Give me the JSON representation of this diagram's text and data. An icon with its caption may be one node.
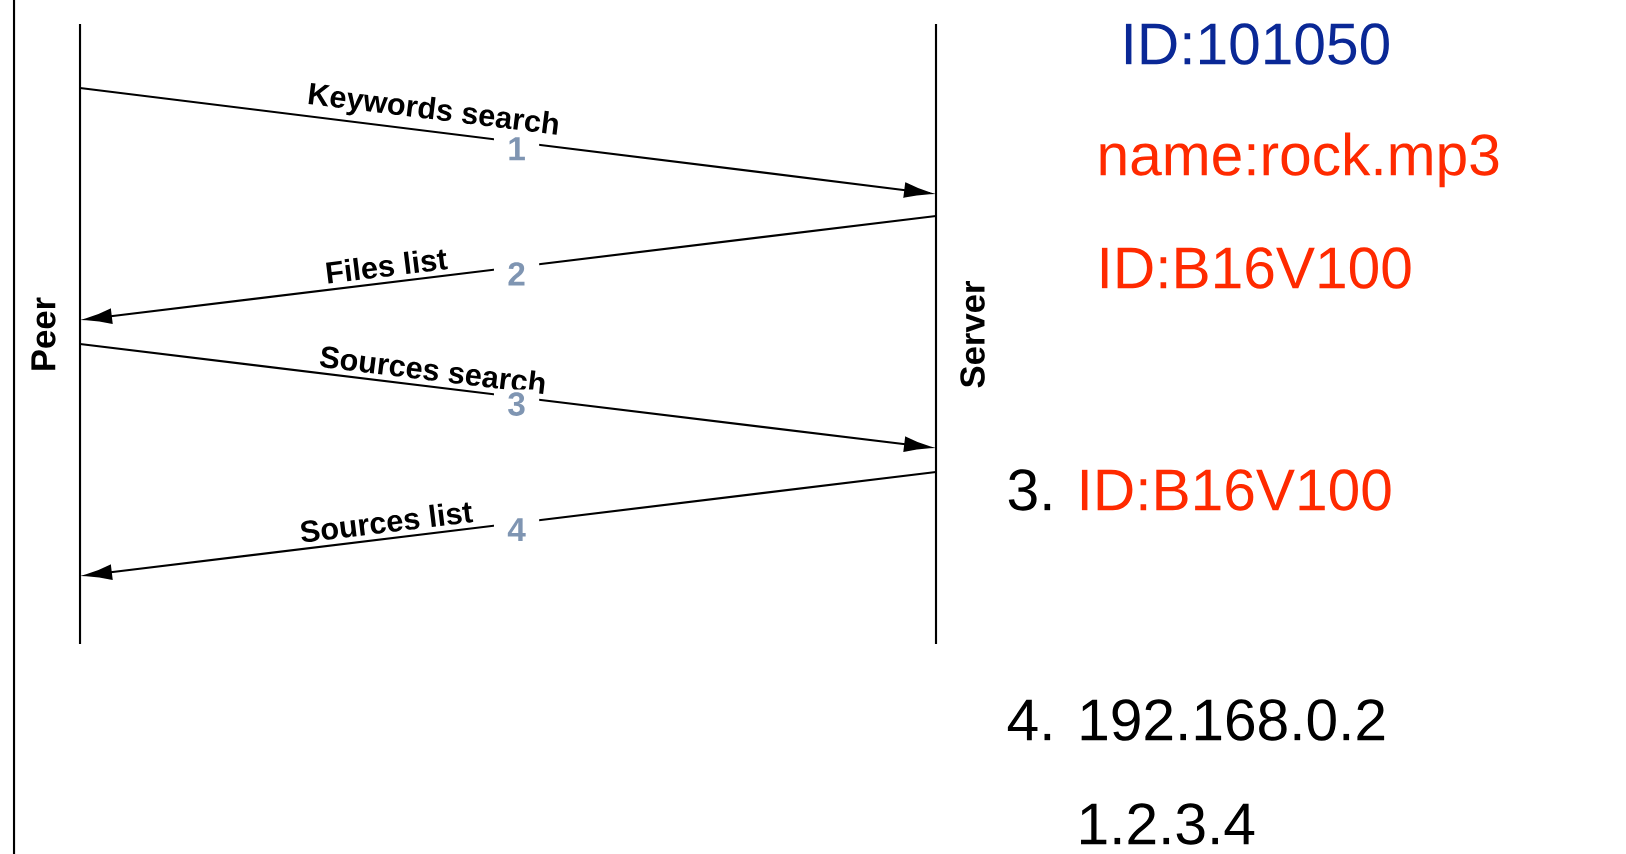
{
  "diagram": {
    "nodes": [
      {
        "text": [
          "Peer"
        ]
      },
      {
        "text": [
          "Server"
        ]
      }
    ],
    "edges": [
      {
        "from": 0,
        "to": 1,
        "arrow": "to",
        "label": "Keywords search"
      },
      {
        "from": 1,
        "to": 0,
        "arrow": "to",
        "label": "Files list"
      },
      {
        "from": 0,
        "to": 1,
        "arrow": "to",
        "label": "Sources search"
      },
      {
        "from": 1,
        "to": 0,
        "arrow": "to",
        "label": "Sources list"
      }
    ],
    "labels": [
      "1",
      "2",
      "3",
      "4",
      "ID:101050",
      "name:rock.mp3",
      "ID:B16V100",
      "3.",
      "ID:B16V100",
      "4. 192.168.0.2",
      "1.2.3.4"
    ]
  }
}
